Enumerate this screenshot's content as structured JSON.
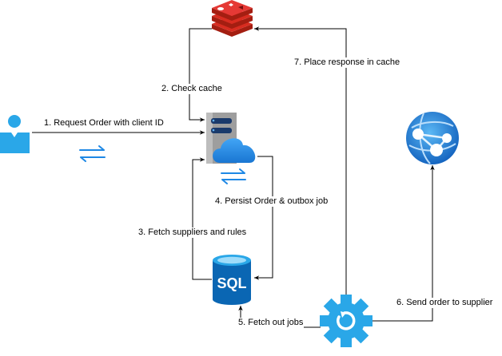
{
  "edges": {
    "request_order": "1. Request Order with client ID",
    "check_cache": "2. Check cache",
    "fetch_suppliers": "3. Fetch suppliers and rules",
    "persist_order": "4. Persist Order & outbox job",
    "fetch_jobs": "5. Fetch out jobs",
    "send_order": "6. Send order to supplier",
    "place_response": "7. Place response in cache"
  },
  "nodes": {
    "sql_label": "SQL"
  },
  "icons": {
    "user": "user-icon",
    "cache": "redis-cache-icon",
    "server": "cloud-server-icon",
    "database": "sql-database-icon",
    "worker": "gear-service-icon",
    "supplier": "web-app-globe-icon",
    "sync": "sync-arrows-icon"
  },
  "colors": {
    "line": "#000000",
    "azure_blue": "#1E88E5",
    "redis_red": "#C62828",
    "sql_blue": "#0A66B3",
    "gear_blue": "#2AA7E8"
  }
}
